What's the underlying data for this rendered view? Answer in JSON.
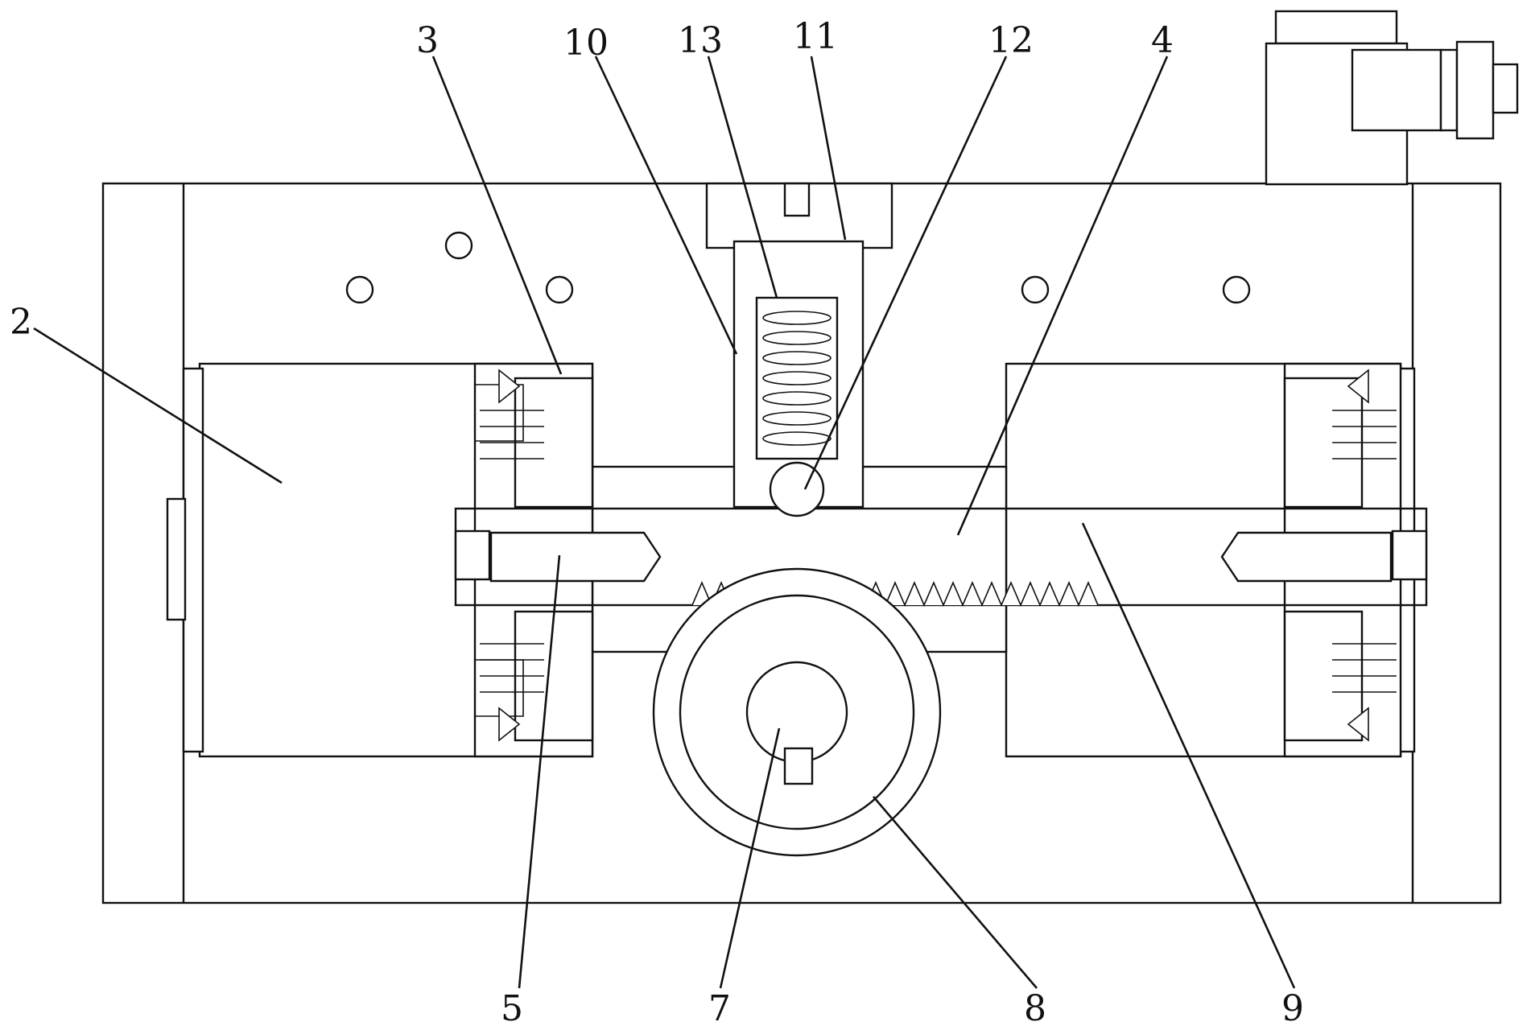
{
  "callouts": [
    {
      "id": "2",
      "text": "2"
    },
    {
      "id": "3",
      "text": "3"
    },
    {
      "id": "10",
      "text": "10"
    },
    {
      "id": "13",
      "text": "13"
    },
    {
      "id": "11",
      "text": "11"
    },
    {
      "id": "12",
      "text": "12"
    },
    {
      "id": "4",
      "text": "4"
    },
    {
      "id": "5",
      "text": "5"
    },
    {
      "id": "7",
      "text": "7"
    },
    {
      "id": "8",
      "text": "8"
    },
    {
      "id": "9",
      "text": "9"
    }
  ],
  "colors": {
    "line": "#111111",
    "background": "#ffffff"
  }
}
